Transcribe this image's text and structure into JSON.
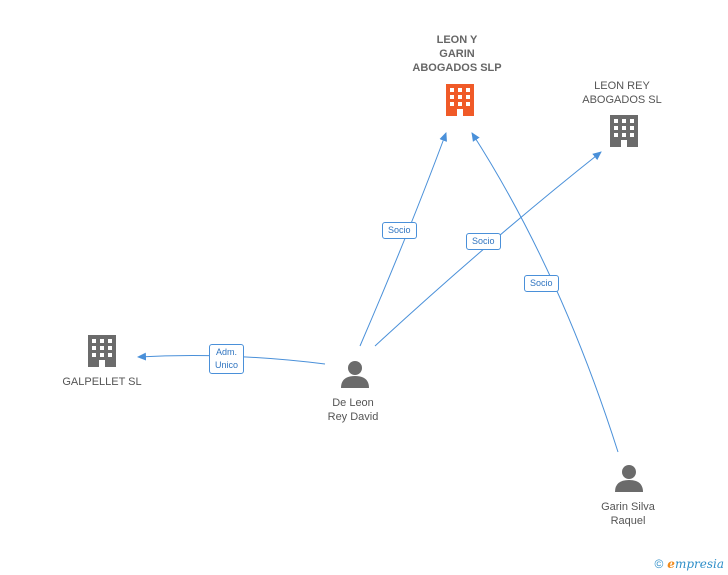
{
  "nodes": {
    "leon_y_garin": {
      "label": "LEON Y\nGARIN\nABOGADOS SLP",
      "color": "#f05a28"
    },
    "leon_rey": {
      "label": "LEON REY\nABOGADOS SL",
      "color": "#6b6b6b"
    },
    "galpellet": {
      "label": "GALPELLET SL",
      "color": "#6b6b6b"
    },
    "de_leon": {
      "label": "De Leon\nRey David",
      "color": "#6b6b6b"
    },
    "garin_silva": {
      "label": "Garin Silva\nRaquel",
      "color": "#6b6b6b"
    }
  },
  "edges": {
    "e1": {
      "label": "Socio"
    },
    "e2": {
      "label": "Socio"
    },
    "e3": {
      "label": "Socio"
    },
    "e4": {
      "label": "Adm.\nUnico"
    }
  },
  "colors": {
    "edge": "#4a90d9"
  },
  "footer": {
    "copyright": "©",
    "brand": "mpresia",
    "brand_initial": "e"
  }
}
